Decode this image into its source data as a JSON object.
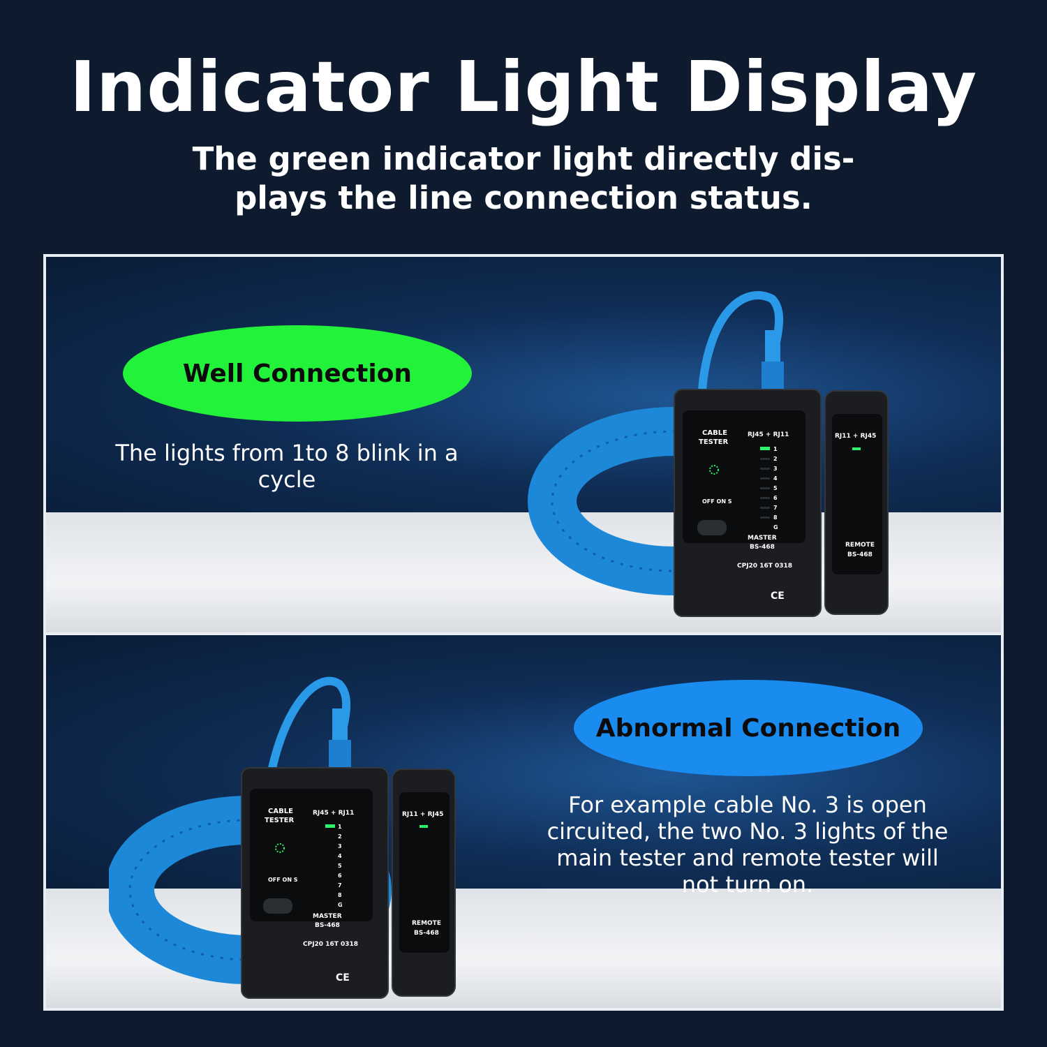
{
  "header": {
    "title": "Indicator Light Display",
    "subtitle": "The green indicator light directly dis-plays the line connection status."
  },
  "panels": {
    "well": {
      "badge": "Well Connection",
      "description": "The lights from 1to 8 blink in a cycle"
    },
    "abnormal": {
      "badge": "Abnormal Connection",
      "description": "For example cable No. 3 is open circuited, the two No. 3 lights of the main tester and remote tester will not turn on."
    }
  },
  "device": {
    "master_label_line1": "CABLE",
    "master_label_line2": "TESTER",
    "master_ports": "RJ45 + RJ11",
    "power": "OFF ON S",
    "master_name": "MASTER",
    "model": "BS-468",
    "serial": "CPJ20 16T 0318",
    "remote_ports": "RJ11 + RJ45",
    "remote_name": "REMOTE",
    "pins": [
      "1",
      "2",
      "3",
      "4",
      "5",
      "6",
      "7",
      "8",
      "G"
    ],
    "ce_mark": "CE"
  },
  "colors": {
    "background": "#0e1b2e",
    "well_badge": "#22f23a",
    "abnormal_badge": "#1a8cf0",
    "cable": "#1e88d8",
    "led_on": "#2ef26a"
  }
}
